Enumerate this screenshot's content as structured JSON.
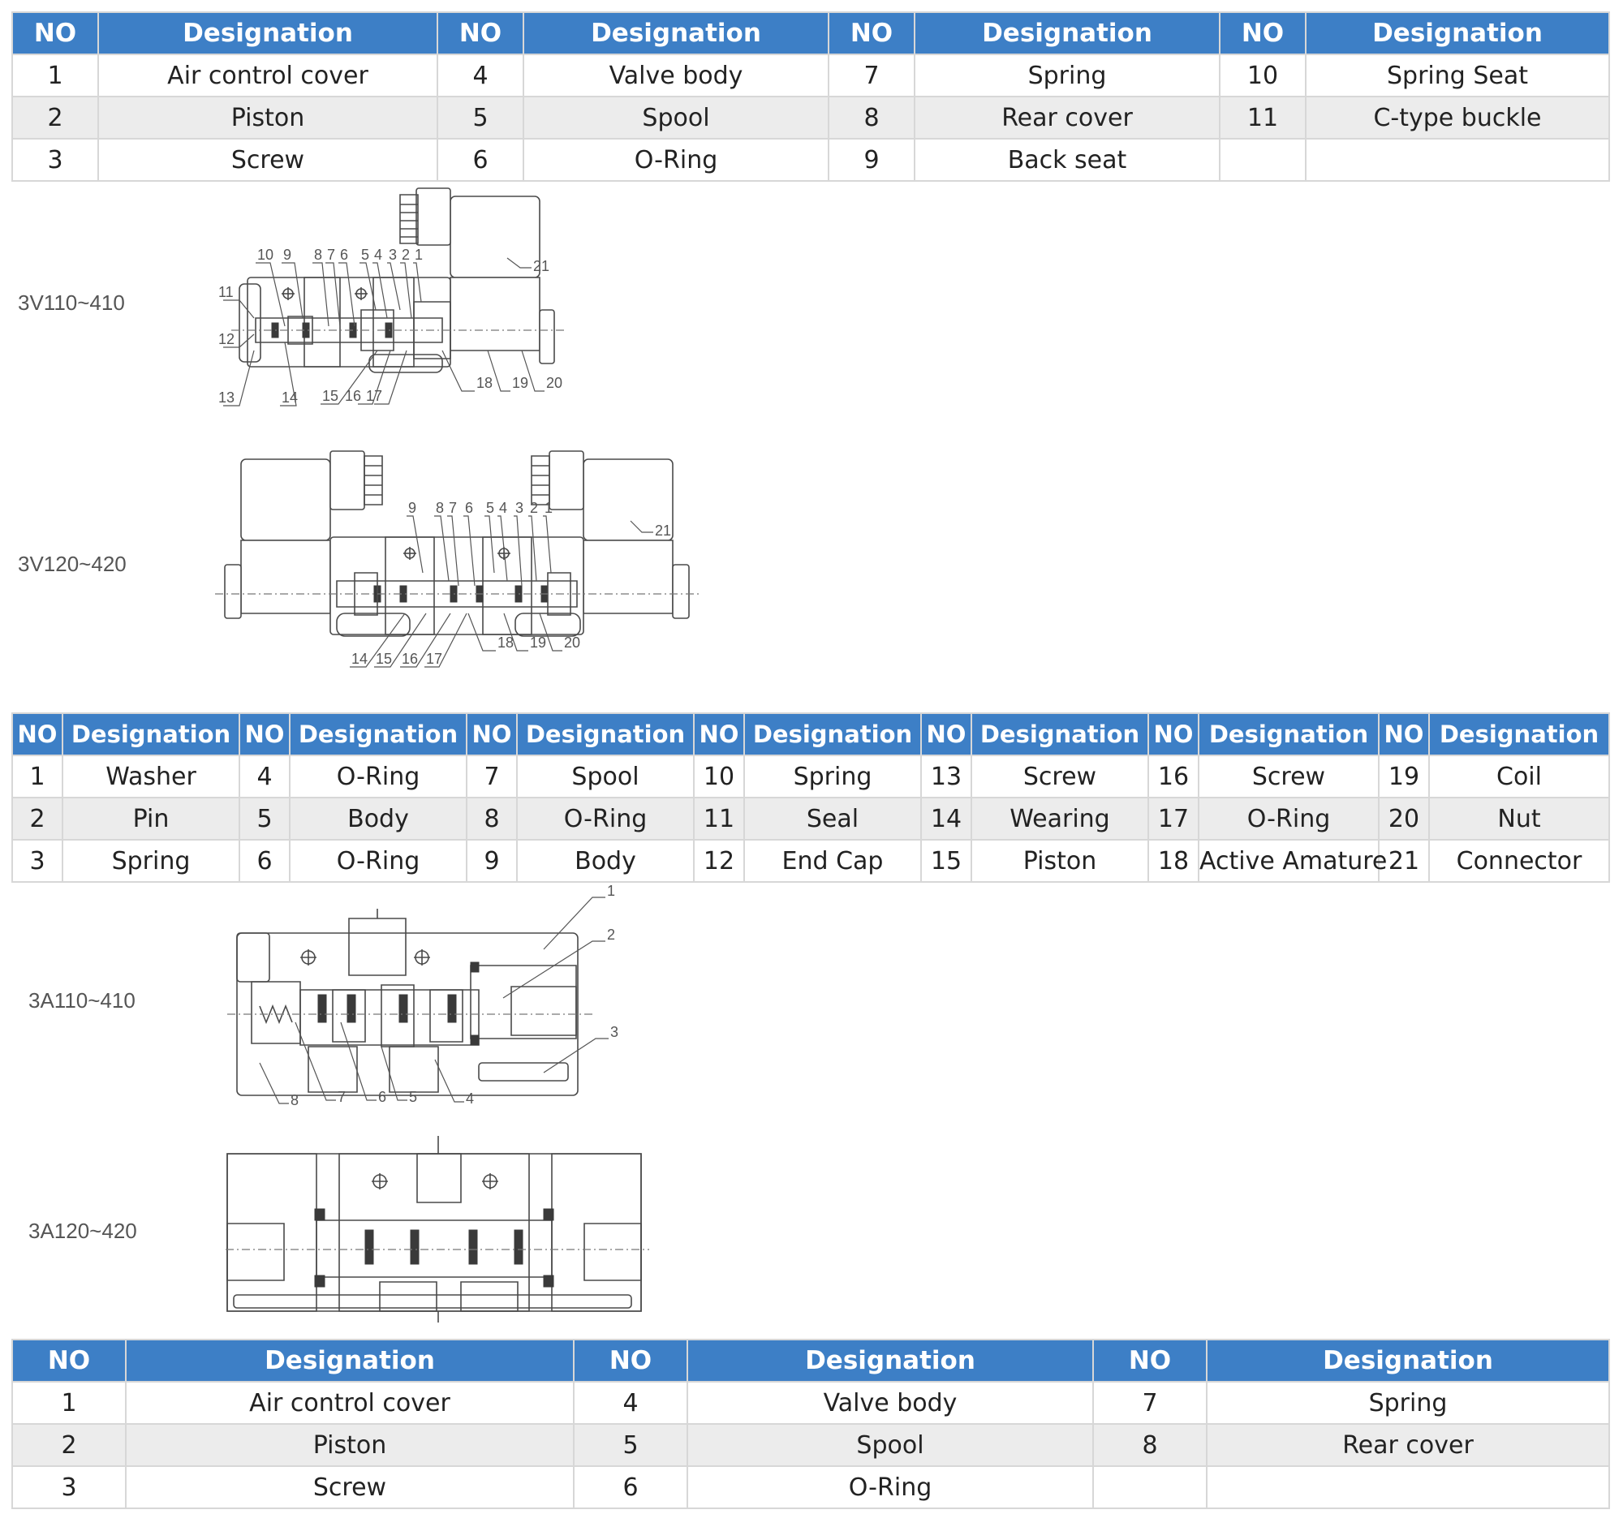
{
  "tables": {
    "top": {
      "headers": [
        "NO",
        "Designation",
        "NO",
        "Designation",
        "NO",
        "Designation",
        "NO",
        "Designation"
      ],
      "rows": [
        [
          "1",
          "Air control cover",
          "4",
          "Valve body",
          "7",
          "Spring",
          "10",
          "Spring Seat"
        ],
        [
          "2",
          "Piston",
          "5",
          "Spool",
          "8",
          "Rear cover",
          "11",
          "C-type buckle"
        ],
        [
          "3",
          "Screw",
          "6",
          "O-Ring",
          "9",
          "Back seat",
          "",
          ""
        ]
      ]
    },
    "middle": {
      "headers": [
        "NO",
        "Designation",
        "NO",
        "Designation",
        "NO",
        "Designation",
        "NO",
        "Designation",
        "NO",
        "Designation",
        "NO",
        "Designation",
        "NO",
        "Designation"
      ],
      "rows": [
        [
          "1",
          "Washer",
          "4",
          "O-Ring",
          "7",
          "Spool",
          "10",
          "Spring",
          "13",
          "Screw",
          "16",
          "Screw",
          "19",
          "Coil"
        ],
        [
          "2",
          "Pin",
          "5",
          "Body",
          "8",
          "O-Ring",
          "11",
          "Seal",
          "14",
          "Wearing",
          "17",
          "O-Ring",
          "20",
          "Nut"
        ],
        [
          "3",
          "Spring",
          "6",
          "O-Ring",
          "9",
          "Body",
          "12",
          "End Cap",
          "15",
          "Piston",
          "18",
          "Active Amature",
          "21",
          "Connector"
        ]
      ]
    },
    "bottom": {
      "headers": [
        "NO",
        "Designation",
        "NO",
        "Designation",
        "NO",
        "Designation"
      ],
      "rows": [
        [
          "1",
          "Air control cover",
          "4",
          "Valve body",
          "7",
          "Spring"
        ],
        [
          "2",
          "Piston",
          "5",
          "Spool",
          "8",
          "Rear cover"
        ],
        [
          "3",
          "Screw",
          "6",
          "O-Ring",
          "",
          ""
        ]
      ]
    }
  },
  "diagrams": {
    "d1": {
      "model": "3V110~410",
      "callouts": [
        "10",
        "9",
        "8",
        "7",
        "6",
        "5",
        "4",
        "3",
        "2",
        "1",
        "21",
        "11",
        "12",
        "13",
        "14",
        "15",
        "16",
        "17",
        "18",
        "19",
        "20"
      ]
    },
    "d2": {
      "model": "3V120~420",
      "callouts": [
        "9",
        "8",
        "7",
        "6",
        "5",
        "4",
        "3",
        "2",
        "1",
        "21",
        "14",
        "15",
        "16",
        "17",
        "18",
        "19",
        "20"
      ]
    },
    "d3": {
      "model": "3A110~410",
      "callouts": [
        "1",
        "2",
        "3",
        "8",
        "7",
        "6",
        "5",
        "4"
      ]
    },
    "d4": {
      "model": "3A120~420"
    }
  }
}
